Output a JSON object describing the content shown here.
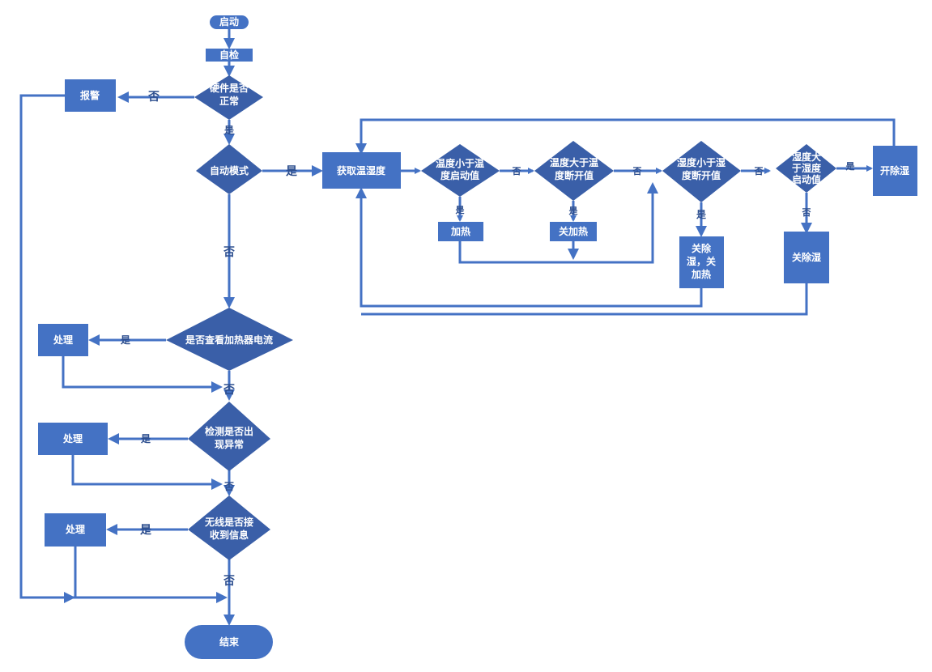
{
  "nodes": {
    "start": "启动",
    "self_check": "自检",
    "hw_ok_line1": "硬件是否",
    "hw_ok_line2": "正常",
    "alarm": "报警",
    "auto_mode": "自动模式",
    "get_th": "获取温湿度",
    "temp_low_line1": "温度小于温",
    "temp_low_line2": "度启动值",
    "heat": "加热",
    "temp_high_line1": "温度大于温",
    "temp_high_line2": "度断开值",
    "heat_off": "关加热",
    "hum_low_line1": "湿度小于湿",
    "hum_low_line2": "度断开值",
    "close_both_line1": "关除",
    "close_both_line2": "湿，关",
    "close_both_line3": "加热",
    "hum_high_line1": "湿度大",
    "hum_high_line2": "于湿度",
    "hum_high_line3": "启动值",
    "dehum_on": "开除湿",
    "dehum_off": "关除湿",
    "heater_current": "是否查看加热器电流",
    "handle_1": "处理",
    "detect_line1": "检测是否出",
    "detect_line2": "现异常",
    "handle_2": "处理",
    "wireless_line1": "无线是否接",
    "wireless_line2": "收到信息",
    "handle_3": "处理",
    "end": "结束"
  },
  "labels": {
    "yes": "是",
    "no": "否"
  },
  "colors": {
    "node_fill": "#4472c4",
    "line": "#4472c4",
    "label": "#2e4f8f"
  }
}
